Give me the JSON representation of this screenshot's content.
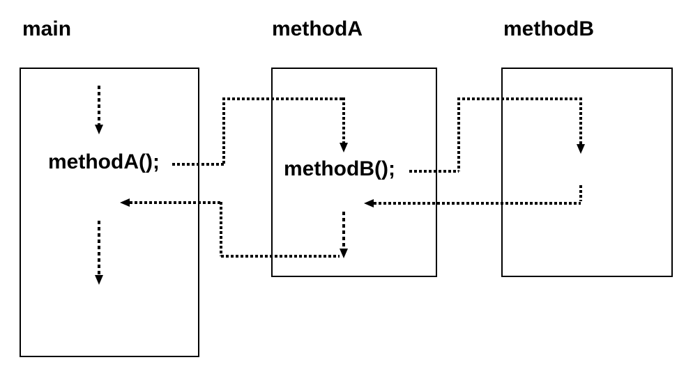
{
  "diagram": {
    "description": "Method call control-flow diagram: main calls methodA, methodA calls methodB; dotted arrows show transfer and return of control",
    "columns": [
      {
        "id": "main",
        "label": "main",
        "statement": "methodA();"
      },
      {
        "id": "methodA",
        "label": "methodA",
        "statement": "methodB();"
      },
      {
        "id": "methodB",
        "label": "methodB"
      }
    ],
    "flow": {
      "calls": [
        {
          "from": "main",
          "via": "methodA();",
          "to": "methodA"
        },
        {
          "from": "methodA",
          "via": "methodB();",
          "to": "methodB"
        }
      ],
      "returns": [
        {
          "from": "methodB",
          "to": "methodA"
        },
        {
          "from": "methodA",
          "to": "main"
        }
      ]
    },
    "line_style": "dotted",
    "colors": {
      "line": "#000000",
      "text": "#000000",
      "background": "#ffffff"
    }
  }
}
